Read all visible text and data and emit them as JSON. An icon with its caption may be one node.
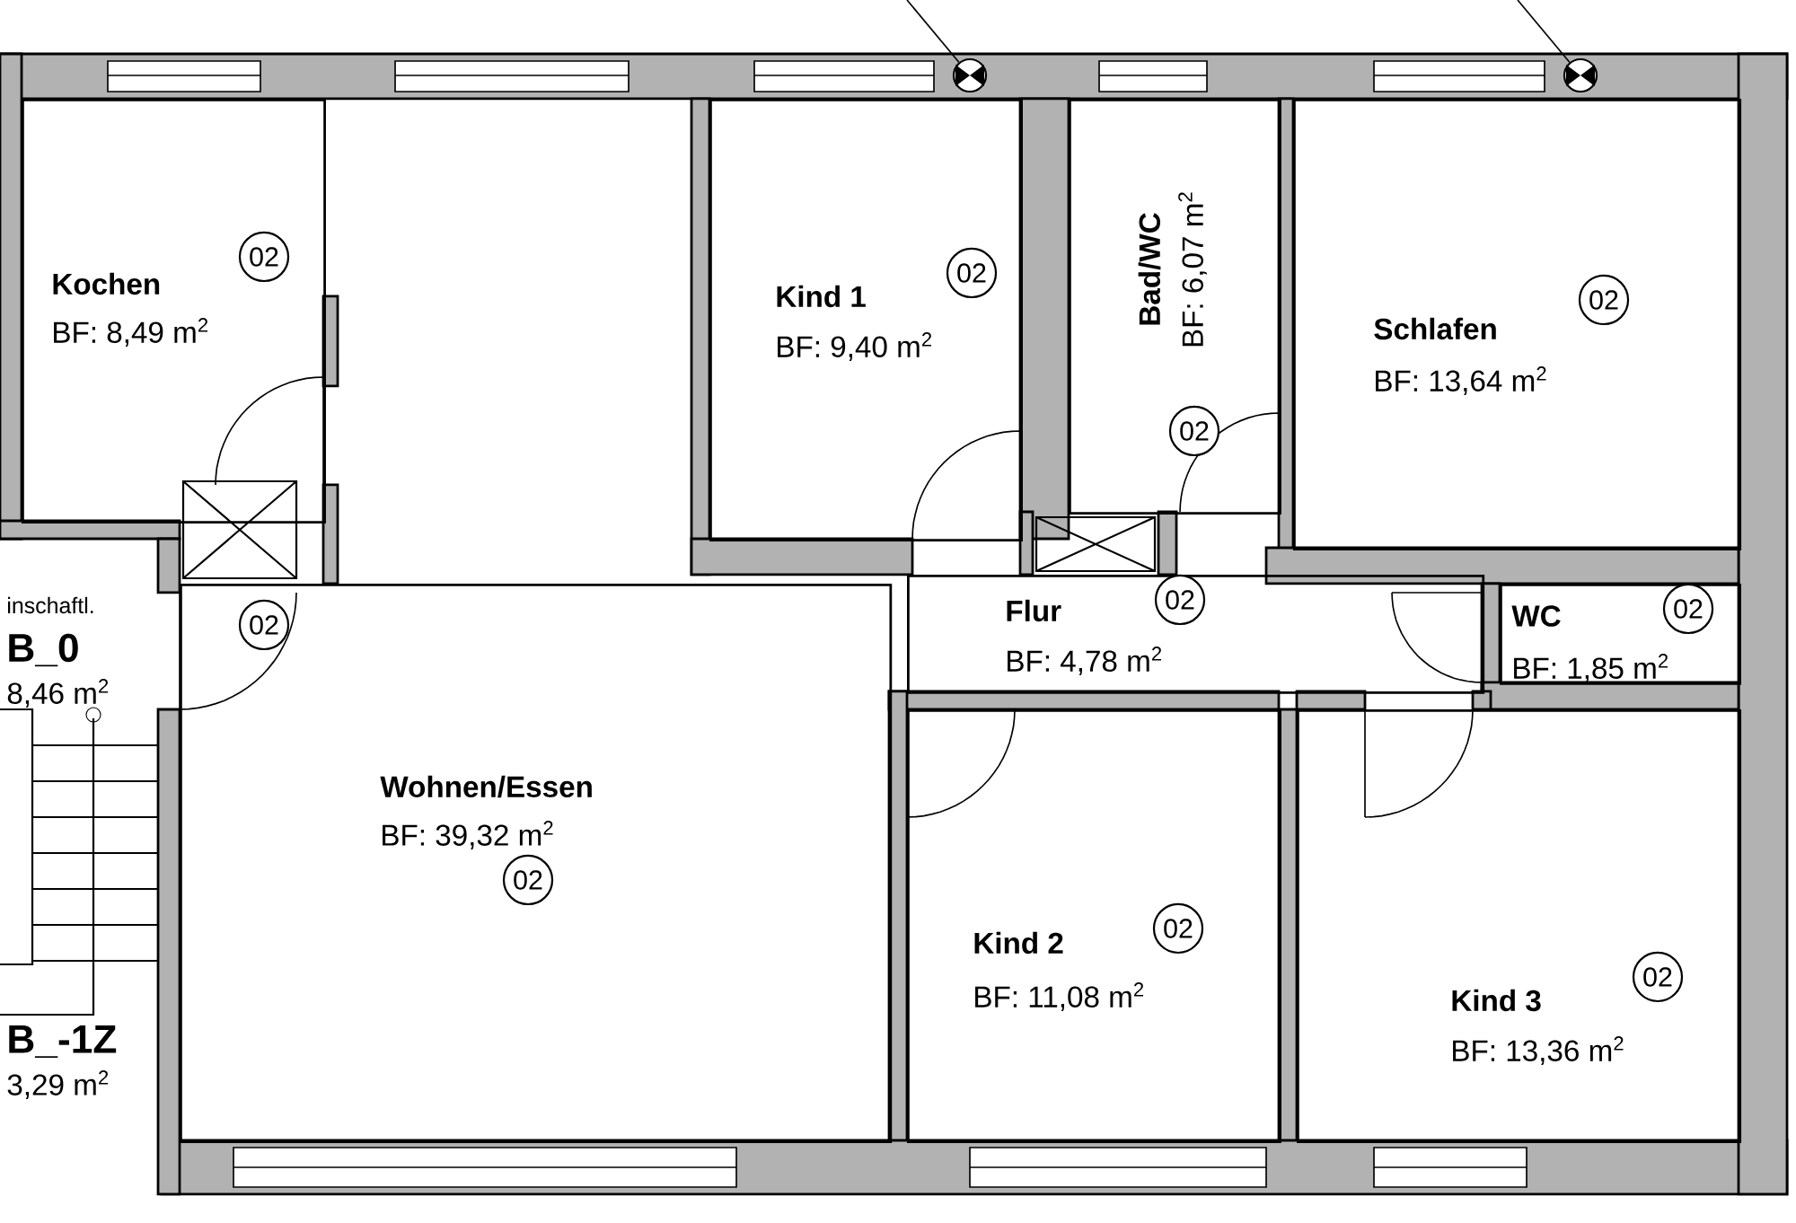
{
  "diagram": {
    "nodes": [
      {
        "text": [
          "Kochen",
          "BF: 8,49 m$^{2}$"
        ]
      },
      {
        "text": [
          "Kind 1",
          "BF: 9,40 m$^{2}$"
        ]
      },
      {
        "text": [
          "Bad/WC",
          "BF: 6,07 m$^{2}$"
        ]
      },
      {
        "text": [
          "Schlafen",
          "BF: 13,64 m$^{2}$"
        ]
      },
      {
        "text": [
          "Wohnen/Essen",
          "BF: 39,32 m$^{2}$"
        ]
      },
      {
        "text": [
          "Flur",
          "BF: 4,78 m$^{2}$"
        ]
      },
      {
        "text": [
          "WC",
          "BF: 1,85 m$^{2}$"
        ]
      },
      {
        "text": [
          "Kind 2",
          "BF: 11,08 m$^{2}$"
        ]
      },
      {
        "text": [
          "Kind 3",
          "BF: 13,36 m$^{2}$"
        ]
      },
      {
        "text": [
          "02"
        ],
        "in": 0
      },
      {
        "text": [
          "02"
        ],
        "in": 1
      },
      {
        "text": [
          "02"
        ],
        "in": 2
      },
      {
        "text": [
          "02"
        ],
        "in": 3
      },
      {
        "text": [
          "02"
        ],
        "in": 4
      },
      {
        "text": [
          "02"
        ],
        "in": 4
      },
      {
        "text": [
          "02"
        ],
        "in": 5
      },
      {
        "text": [
          "02"
        ],
        "in": 6
      },
      {
        "text": [
          "02"
        ],
        "in": 7
      },
      {
        "text": [
          "02"
        ],
        "in": 8
      },
      {
        "text": [],
        "shape": "circle"
      },
      {
        "text": [],
        "shape": "circle"
      }
    ],
    "edges": [
      {
        "from": null,
        "to": 19,
        "arrow": "none"
      },
      {
        "from": null,
        "to": 20,
        "arrow": "none"
      }
    ],
    "labels": [
      "inschaftl.",
      "B_0",
      "8,46 m$^{2}$",
      "B_-1Z",
      "3,29 m$^{2}$"
    ]
  }
}
